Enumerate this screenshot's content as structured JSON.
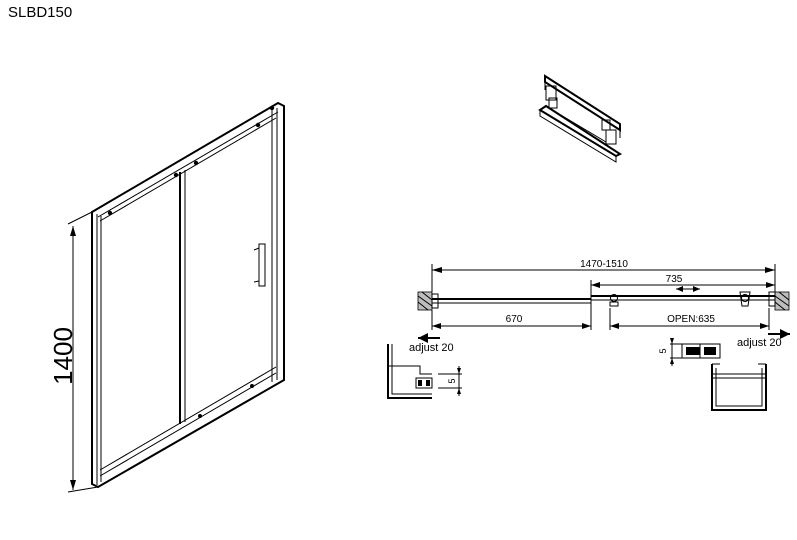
{
  "title": "SLBD150",
  "perspective": {
    "height_label": "1400"
  },
  "plan": {
    "total_width_label": "1470-1510",
    "sliding_panel_label": "735",
    "fixed_panel_label": "670",
    "opening_label": "OPEN:635",
    "adjust_left_label": "adjust 20",
    "adjust_right_label": "adjust 20",
    "detail_left_label": "5",
    "detail_right_label": "5"
  }
}
